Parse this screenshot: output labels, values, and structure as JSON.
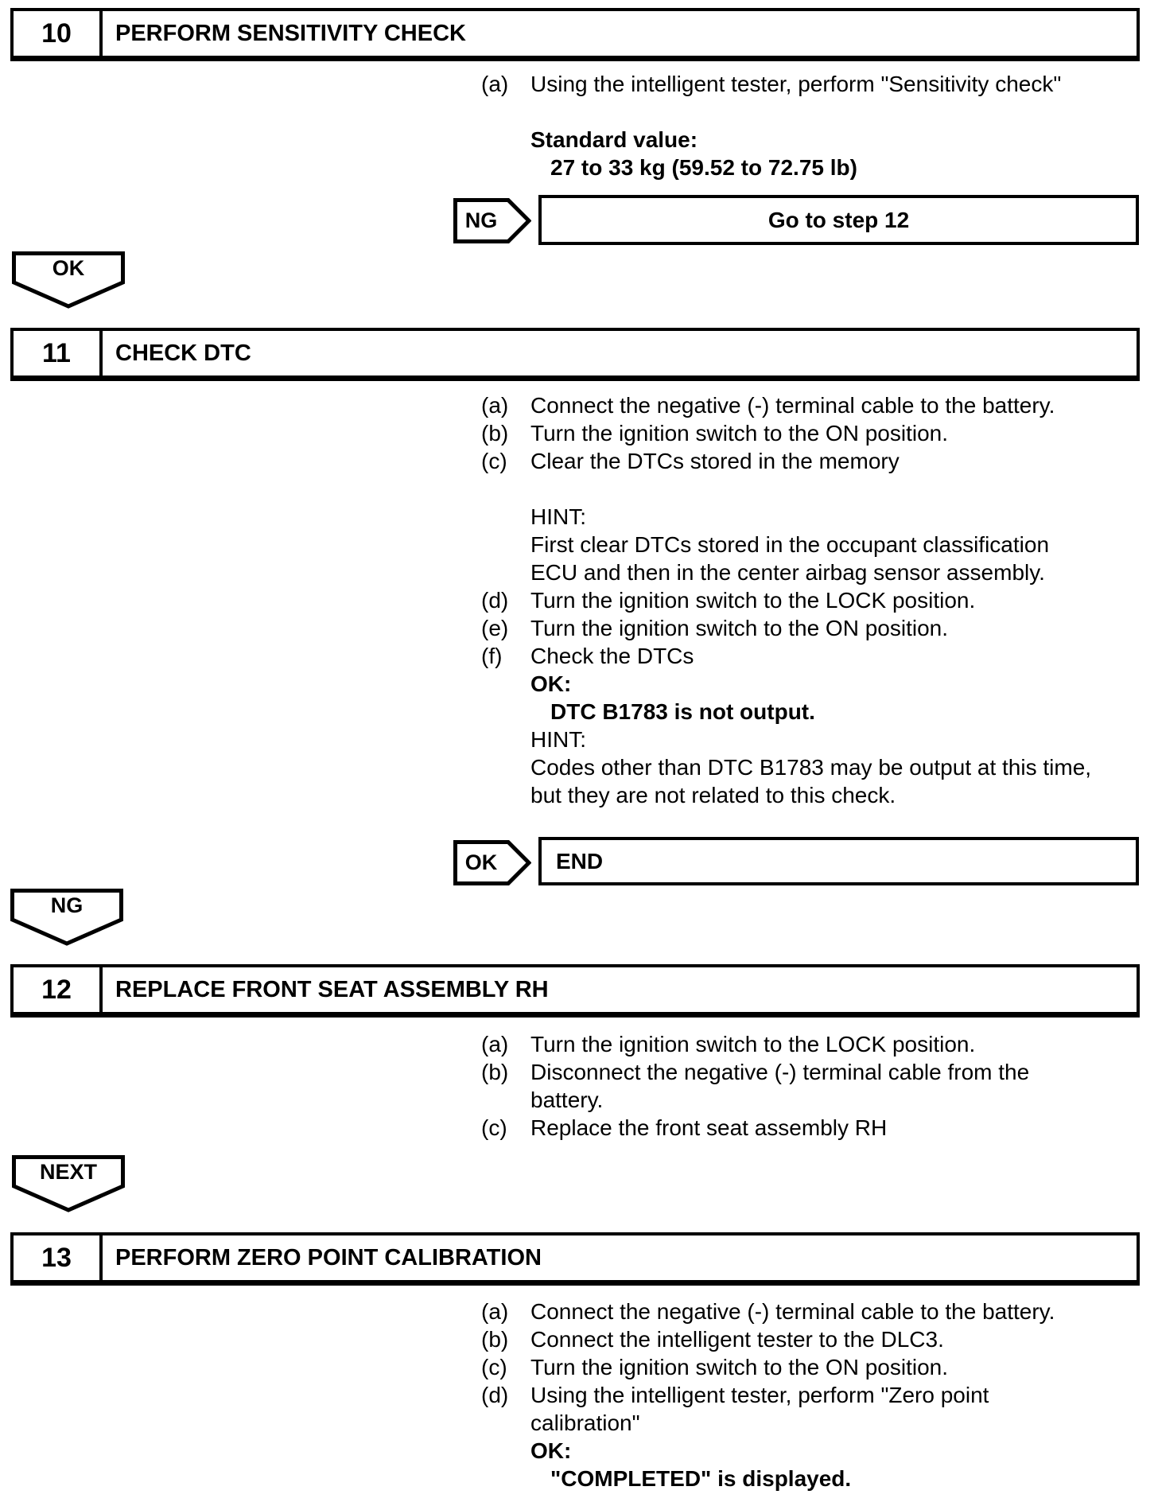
{
  "colors": {
    "ink": "#000000",
    "paper": "#ffffff"
  },
  "step10": {
    "number": "10",
    "title": "PERFORM SENSITIVITY CHECK",
    "rows": [
      {
        "label": "(a)",
        "text": "Using the intelligent tester, perform \"Sensitivity check\""
      }
    ],
    "standard_heading": "Standard value:",
    "standard_value": "27 to 33 kg (59.52 to 72.75 lb)",
    "ng": {
      "label": "NG",
      "action": "Go to step 12"
    },
    "ok_connector": "OK"
  },
  "step11": {
    "number": "11",
    "title": "CHECK DTC",
    "rows": [
      {
        "label": "(a)",
        "text": "Connect the negative (-) terminal cable to the battery."
      },
      {
        "label": "(b)",
        "text": "Turn the ignition switch to the ON position."
      },
      {
        "label": "(c)",
        "text": "Clear the DTCs stored in the memory"
      },
      {
        "label": "",
        "text": "HINT:"
      },
      {
        "label": "",
        "text": "First clear DTCs stored in the occupant classification"
      },
      {
        "label": "",
        "text": "ECU and then in the center airbag sensor assembly."
      },
      {
        "label": "(d)",
        "text": "Turn the ignition switch to the LOCK position."
      },
      {
        "label": "(e)",
        "text": "Turn the ignition switch to the ON position."
      },
      {
        "label": "(f)",
        "text": "Check the DTCs"
      },
      {
        "label": "",
        "text": "OK:"
      },
      {
        "label": "",
        "text": "DTC B1783 is not output."
      },
      {
        "label": "",
        "text": "HINT:"
      },
      {
        "label": "",
        "text": "Codes other than DTC B1783 may be output at this time,"
      },
      {
        "label": "",
        "text": "but they are not related to this check."
      }
    ],
    "ok": {
      "label": "OK",
      "action": "END"
    },
    "ng_connector": "NG"
  },
  "step12": {
    "number": "12",
    "title": "REPLACE FRONT SEAT ASSEMBLY RH",
    "rows": [
      {
        "label": "(a)",
        "text": "Turn the ignition switch to the LOCK position."
      },
      {
        "label": "(b)",
        "text": "Disconnect the negative (-) terminal cable from the"
      },
      {
        "label": "",
        "text": "battery."
      },
      {
        "label": "(c)",
        "text": "Replace the front seat assembly RH"
      }
    ],
    "next_connector": "NEXT"
  },
  "step13": {
    "number": "13",
    "title": "PERFORM ZERO POINT CALIBRATION",
    "rows": [
      {
        "label": "(a)",
        "text": "Connect the negative (-) terminal cable to the battery."
      },
      {
        "label": "(b)",
        "text": "Connect the intelligent tester to the DLC3."
      },
      {
        "label": "(c)",
        "text": "Turn the ignition switch to the ON position."
      },
      {
        "label": "(d)",
        "text": "Using the intelligent tester, perform \"Zero point"
      },
      {
        "label": "",
        "text": "calibration\""
      },
      {
        "label": "",
        "text": "OK:"
      },
      {
        "label": "",
        "text": "\"COMPLETED\" is displayed."
      }
    ]
  }
}
